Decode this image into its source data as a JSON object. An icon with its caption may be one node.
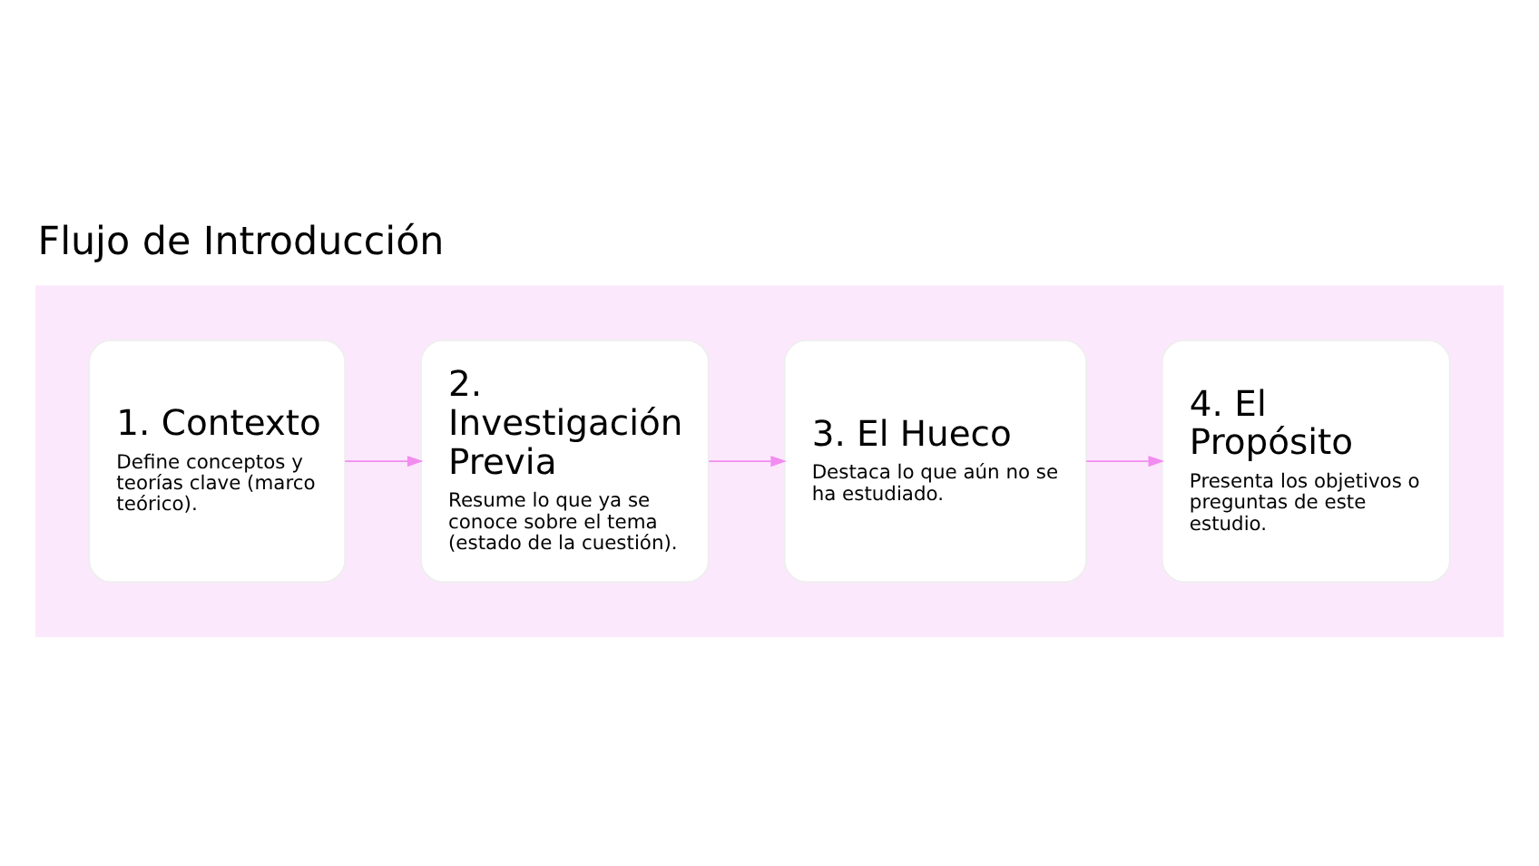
{
  "diagram": {
    "title": "Flujo de Introducción",
    "nodes": [
      {
        "text": [],
        "shape": "band"
      },
      {
        "text": [
          "1. Contexto",
          "Define conceptos y teorías clave (marco teórico)."
        ],
        "in": 0
      },
      {
        "text": [
          "2. Investigación Previa",
          "Resume lo que ya se conoce sobre el tema (estado de la cuestión)."
        ],
        "in": 0
      },
      {
        "text": [
          "3. El Hueco",
          "Destaca lo que aún no se ha estudiado."
        ],
        "in": 0
      },
      {
        "text": [
          "4. El Propósito",
          "Presenta los objetivos o preguntas de este estudio."
        ],
        "in": 0
      }
    ],
    "edges": [
      {
        "from": 1,
        "to": 2,
        "arrow": "to"
      },
      {
        "from": 2,
        "to": 3,
        "arrow": "to"
      },
      {
        "from": 3,
        "to": 4,
        "arrow": "to"
      }
    ]
  }
}
